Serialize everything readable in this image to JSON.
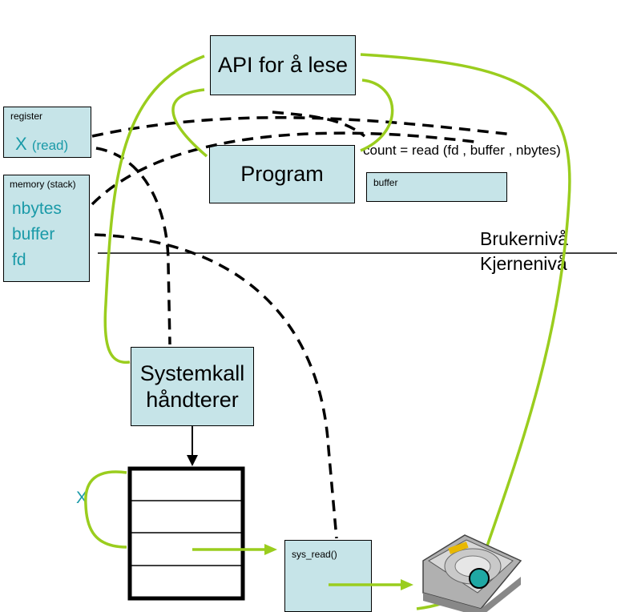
{
  "api_box": {
    "label": "API for å lese"
  },
  "program_box": {
    "label": "Program"
  },
  "register_box": {
    "title": "register",
    "x_label": "X",
    "read_label": "(read)"
  },
  "memory_box": {
    "title": "memory (stack)",
    "items": [
      "nbytes",
      "buffer",
      "fd"
    ]
  },
  "code_line": "count = read (fd , buffer , nbytes)",
  "buffer_box": {
    "label": "buffer"
  },
  "levels": {
    "user": "Brukernivå",
    "kernel": "Kjernenivå"
  },
  "syscall_handler": {
    "line1": "Systemkall",
    "line2": "håndterer"
  },
  "table_x_label": "X",
  "sys_read_box": {
    "label": "sys_read()"
  },
  "colors": {
    "box_fill": "#c6e4e8",
    "green_arrow": "#9acd1e",
    "teal_text": "#1a9aa8"
  }
}
